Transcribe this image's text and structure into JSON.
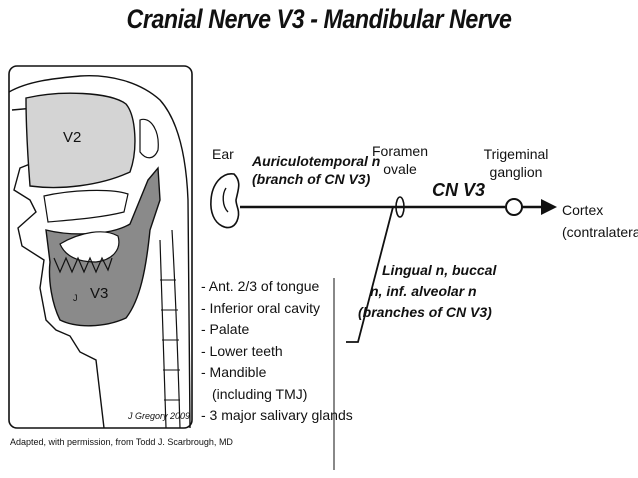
{
  "title": "Cranial Nerve V3 - Mandibular Nerve",
  "anatomy": {
    "v2_label": "V2",
    "v3_label": "V3",
    "small_mark": "J",
    "signature": "J Gregory 2009"
  },
  "credit": "Adapted, with permission, from Todd J. Scarbrough, MD",
  "nodes": {
    "ear": "Ear",
    "foramen": [
      "Foramen",
      "ovale"
    ],
    "cnv3": "CN V3",
    "ganglion": [
      "Trigeminal",
      "ganglion"
    ],
    "cortex": [
      "Cortex",
      "(contralateral)"
    ]
  },
  "branches": {
    "auriculotemporal": [
      "Auriculotemporal n",
      "(branch of CN V3)"
    ],
    "lingual": [
      "Lingual n, buccal",
      "n, inf. alveolar n",
      "(branches of CN V3)"
    ]
  },
  "innervation": [
    "- Ant. 2/3 of tongue",
    "- Inferior oral cavity",
    "- Palate",
    "- Lower teeth",
    "- Mandible",
    "(including TMJ)",
    "- 3 major salivary glands"
  ],
  "colors": {
    "line": "#111111",
    "v2_fill": "#d4d4d4",
    "v3_fill": "#8a8a8a"
  }
}
